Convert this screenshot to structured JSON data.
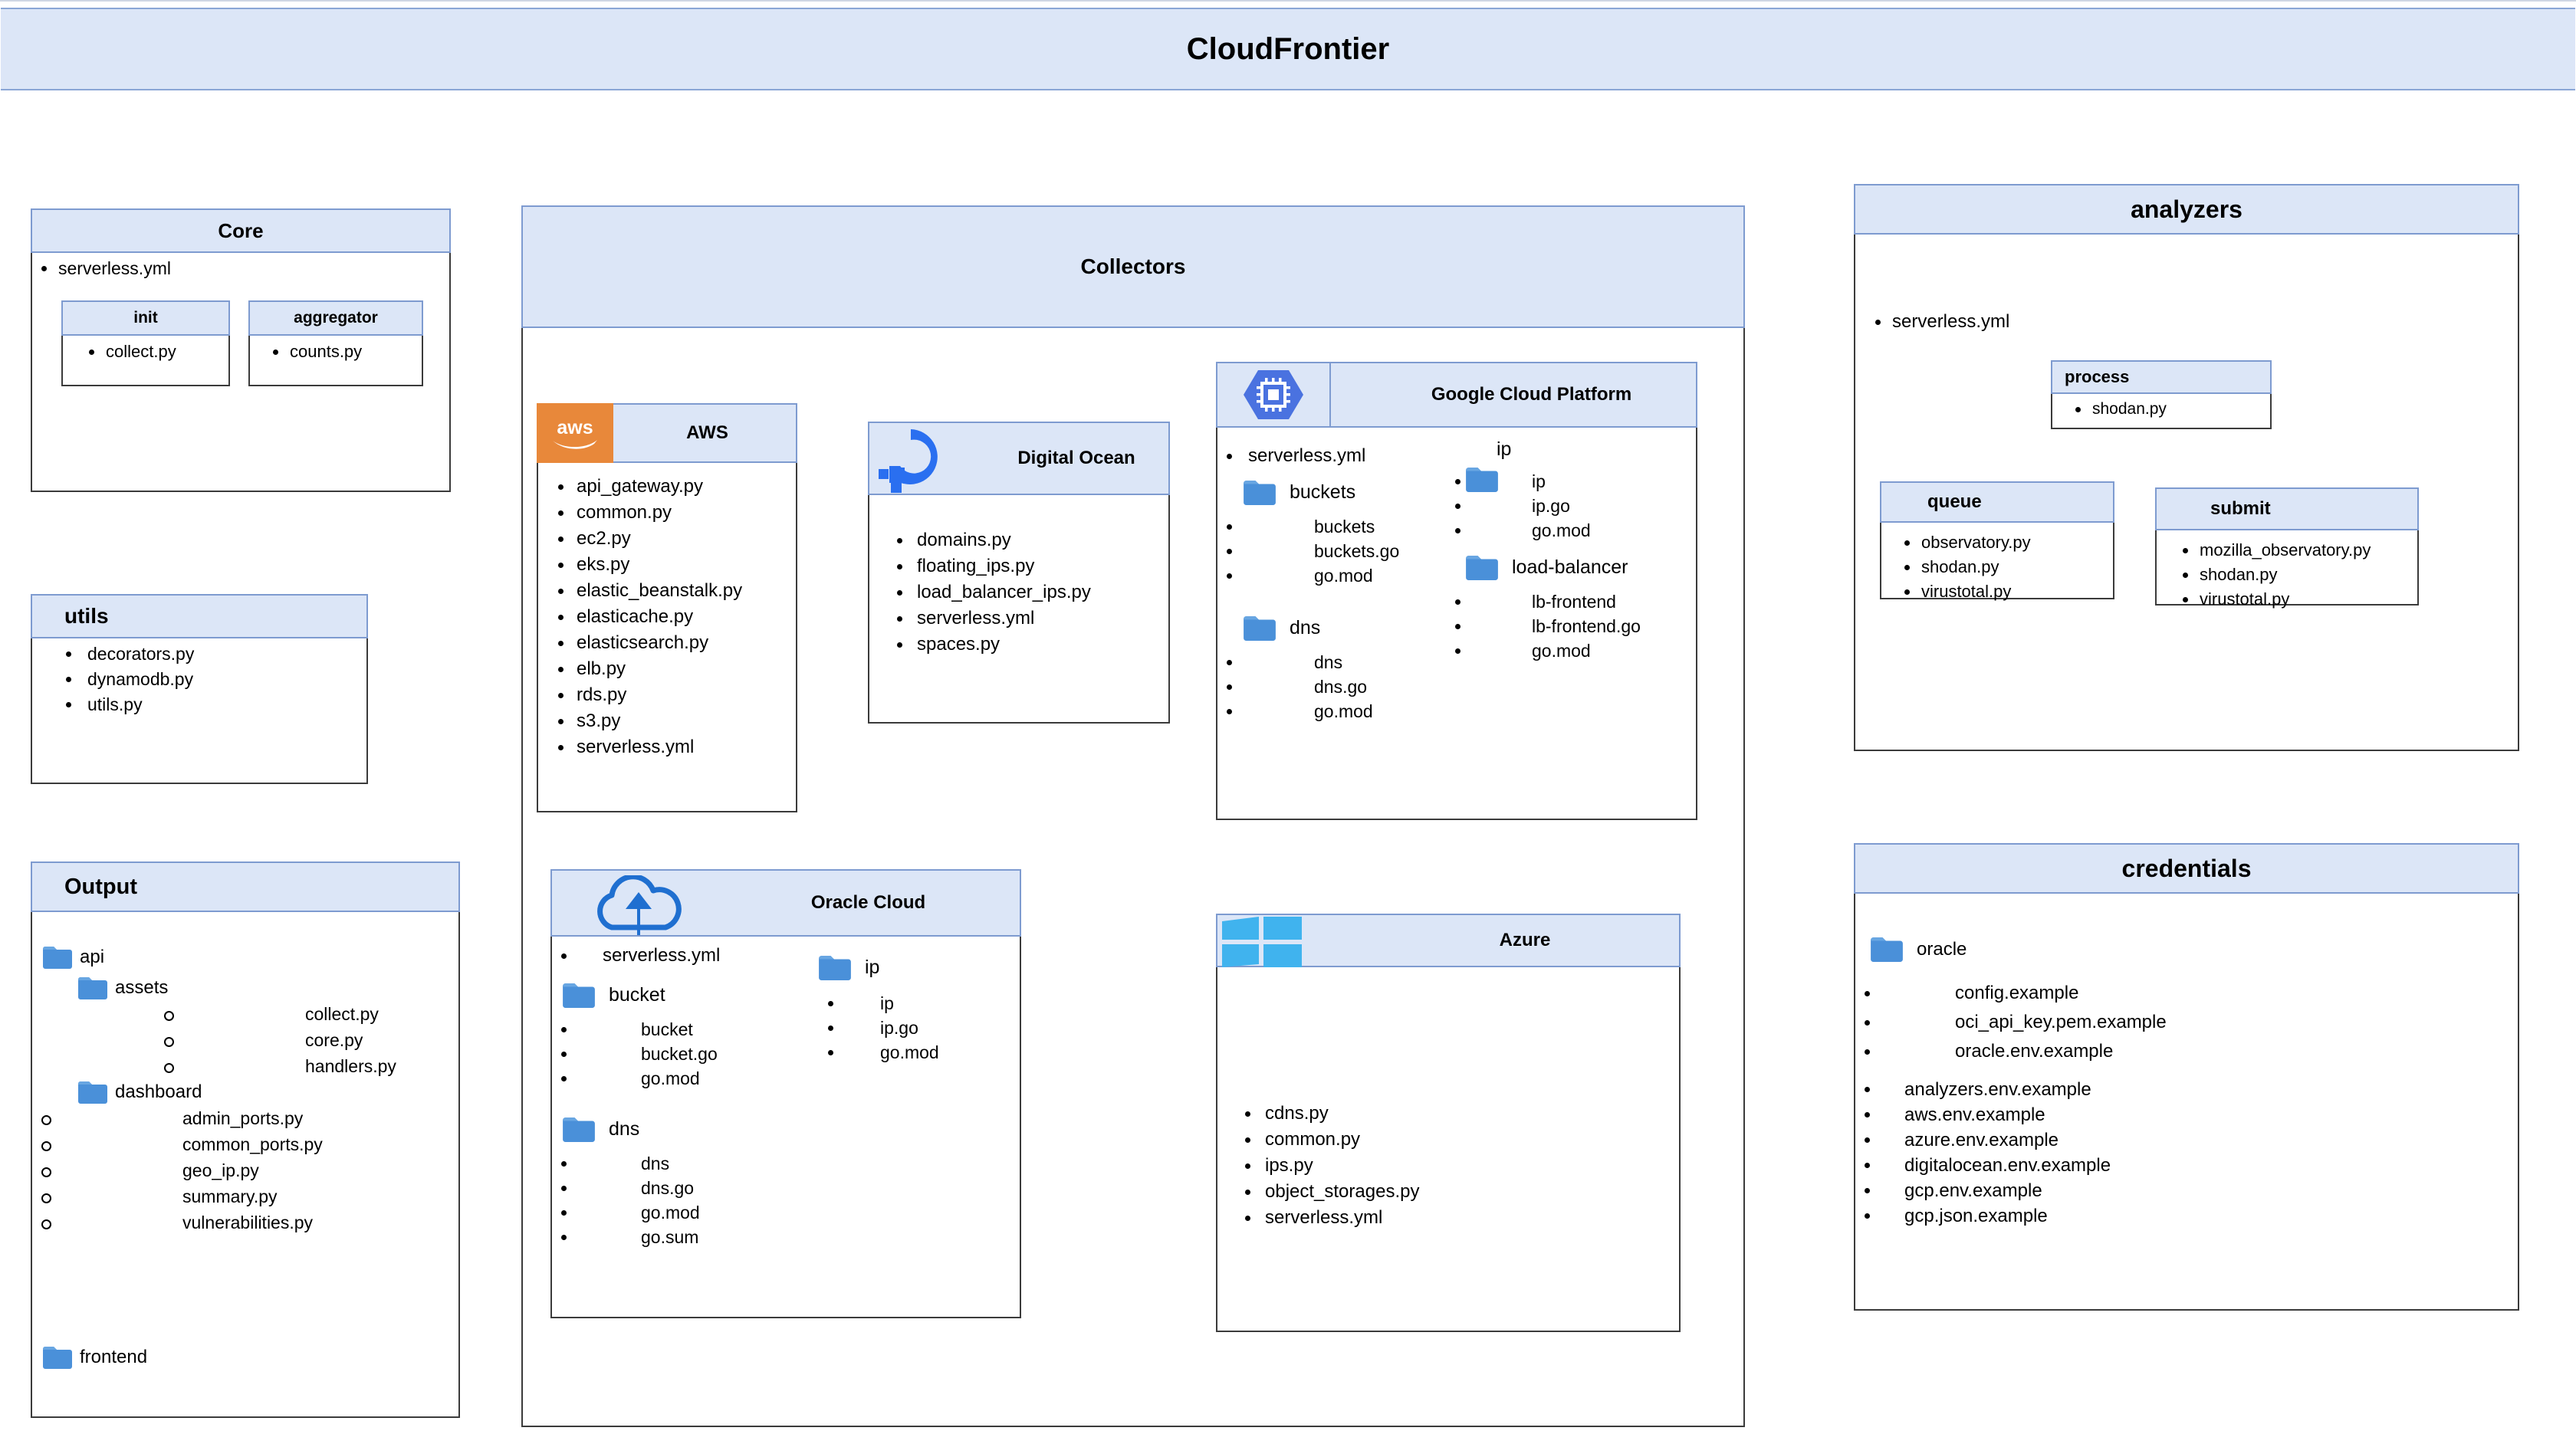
{
  "app": {
    "title": "CloudFrontier"
  },
  "colors": {
    "header_fill": "#dce6f7",
    "header_border": "#7e9bd0",
    "panel_border": "#3b3b3b",
    "folder_blue": "#4a90d9",
    "aws_orange": "#e8883a",
    "do_blue": "#2a6ff0",
    "gcp_blue": "#4a72e0",
    "azure_blue": "#40b3ee",
    "oracle_blue": "#1f6fd0"
  },
  "core": {
    "title": "Core",
    "files": [
      "serverless.yml"
    ],
    "init": {
      "title": "init",
      "files": [
        "collect.py"
      ]
    },
    "aggregator": {
      "title": "aggregator",
      "files": [
        "counts.py"
      ]
    }
  },
  "utils": {
    "title": "utils",
    "files": [
      "decorators.py",
      "dynamodb.py",
      "utils.py"
    ]
  },
  "output": {
    "title": "Output",
    "api_folder": "api",
    "assets_folder": "assets",
    "assets_files": [
      "collect.py",
      "core.py",
      "handlers.py"
    ],
    "dashboard_folder": "dashboard",
    "dashboard_files": [
      "admin_ports.py",
      "common_ports.py",
      "geo_ip.py",
      "summary.py",
      "vulnerabilities.py"
    ],
    "frontend_folder": "frontend"
  },
  "collectors": {
    "title": "Collectors",
    "aws": {
      "title": "AWS",
      "icon": "aws-logo-icon",
      "files": [
        "api_gateway.py",
        "common.py",
        "ec2.py",
        "eks.py",
        "elastic_beanstalk.py",
        "elasticache.py",
        "elasticsearch.py",
        "elb.py",
        "rds.py",
        "s3.py",
        "serverless.yml"
      ]
    },
    "digital_ocean": {
      "title": "Digital Ocean",
      "icon": "digital-ocean-logo-icon",
      "files": [
        "domains.py",
        "floating_ips.py",
        "load_balancer_ips.py",
        "serverless.yml",
        "spaces.py"
      ]
    },
    "gcp": {
      "title": "Google Cloud Platform",
      "icon": "gcp-logo-icon",
      "files": [
        "serverless.yml"
      ],
      "buckets_folder": "buckets",
      "buckets_files": [
        "buckets",
        "buckets.go",
        "go.mod"
      ],
      "dns_folder": "dns",
      "dns_files": [
        "dns",
        "dns.go",
        "go.mod"
      ],
      "ip_label": "ip",
      "ip_files": [
        "ip",
        "ip.go",
        "go.mod"
      ],
      "lb_folder": "load-balancer",
      "lb_files": [
        "lb-frontend",
        "lb-frontend.go",
        "go.mod"
      ]
    },
    "oracle": {
      "title": "Oracle Cloud",
      "icon": "oracle-cloud-upload-icon",
      "files": [
        "serverless.yml"
      ],
      "bucket_folder": "bucket",
      "bucket_files": [
        "bucket",
        "bucket.go",
        "go.mod"
      ],
      "dns_folder": "dns",
      "dns_files": [
        "dns",
        "dns.go",
        "go.mod",
        "go.sum"
      ],
      "ip_folder": "ip",
      "ip_files": [
        "ip",
        "ip.go",
        "go.mod"
      ]
    },
    "azure": {
      "title": "Azure",
      "icon": "azure-windows-logo-icon",
      "files": [
        "cdns.py",
        "common.py",
        "ips.py",
        "object_storages.py",
        "serverless.yml"
      ]
    }
  },
  "analyzers": {
    "title": "analyzers",
    "files": [
      "serverless.yml"
    ],
    "process": {
      "title": "process",
      "files": [
        "shodan.py"
      ]
    },
    "queue": {
      "title": "queue",
      "files": [
        "observatory.py",
        "shodan.py",
        "virustotal.py"
      ]
    },
    "submit": {
      "title": "submit",
      "files": [
        "mozilla_observatory.py",
        "shodan.py",
        "virustotal.py"
      ]
    }
  },
  "credentials": {
    "title": "credentials",
    "oracle_folder": "oracle",
    "oracle_files": [
      "config.example",
      "oci_api_key.pem.example",
      "oracle.env.example"
    ],
    "files": [
      "analyzers.env.example",
      "aws.env.example",
      "azure.env.example",
      "digitalocean.env.example",
      "gcp.env.example",
      "gcp.json.example"
    ]
  }
}
